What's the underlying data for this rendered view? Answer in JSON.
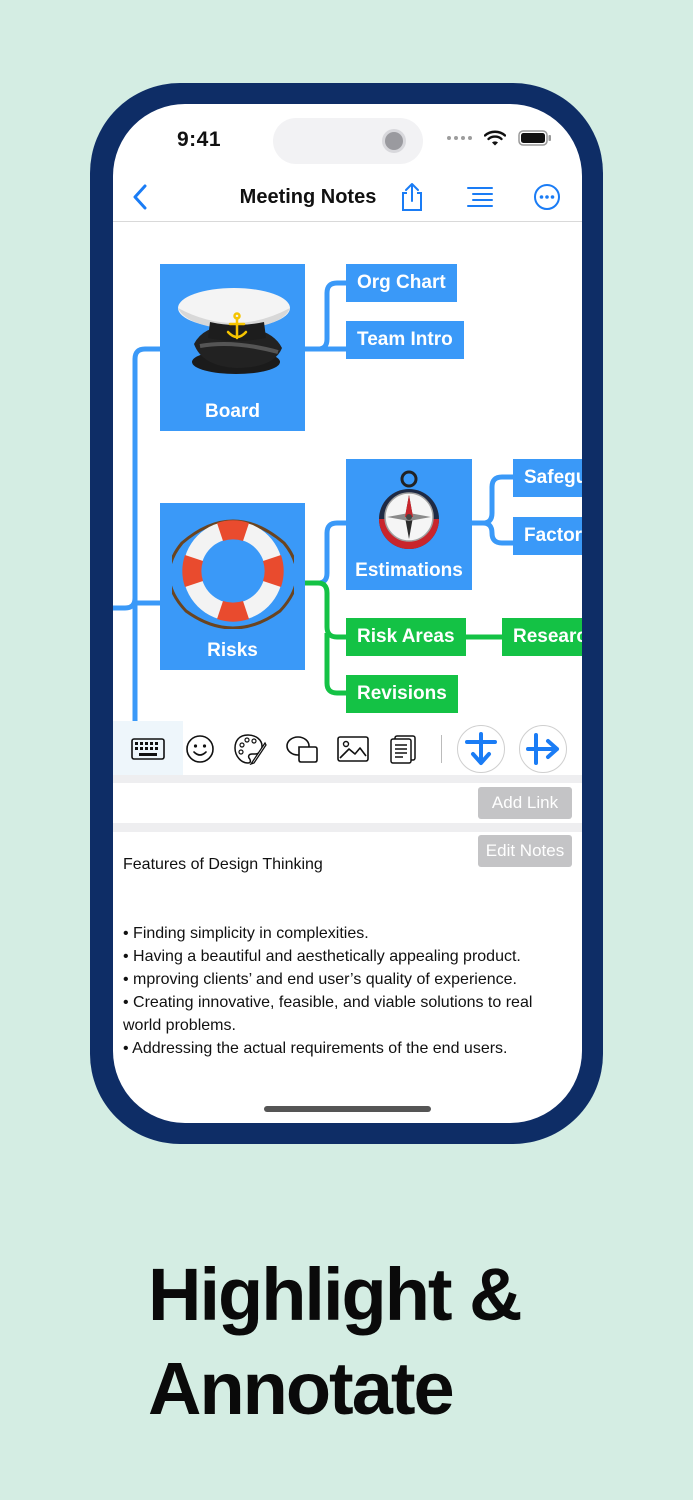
{
  "status": {
    "time": "9:41"
  },
  "nav": {
    "title": "Meeting Notes"
  },
  "map": {
    "board": {
      "label": "Board",
      "children": [
        "Org Chart",
        "Team Intro"
      ]
    },
    "risks": {
      "label": "Risks"
    },
    "estimations": {
      "label": "Estimations",
      "children": [
        "Safegu",
        "Factor"
      ]
    },
    "risk_areas": {
      "label": "Risk Areas",
      "child": "Researc"
    },
    "revisions": {
      "label": "Revisions"
    }
  },
  "links": {
    "add_link": "Add Link",
    "edit_notes": "Edit Notes"
  },
  "notes": {
    "title": "Features of Design Thinking",
    "bullets": [
      "• Finding simplicity in complexities.",
      "• Having a beautiful and aesthetically appealing product.",
      "• mproving clients’ and end user’s quality of experience.",
      "• Creating innovative, feasible, and viable solutions to real world problems.",
      "• Addressing the actual requirements of the end users."
    ]
  },
  "headline": {
    "line1": "Highlight &",
    "line2": "Annotate"
  },
  "colors": {
    "accent": "#1a7cf5",
    "node_blue": "#3a99f8",
    "node_green": "#14c245",
    "frame": "#0e2d66",
    "background": "#d4ede3"
  },
  "icons": [
    "chevron-left-icon",
    "share-icon",
    "outline-icon",
    "more-icon",
    "keyboard-icon",
    "emoji-icon",
    "palette-icon",
    "callout-icon",
    "image-icon",
    "notes-icon",
    "add-child-icon",
    "add-sibling-icon",
    "captain-hat-icon",
    "lifebuoy-icon",
    "compass-icon"
  ]
}
